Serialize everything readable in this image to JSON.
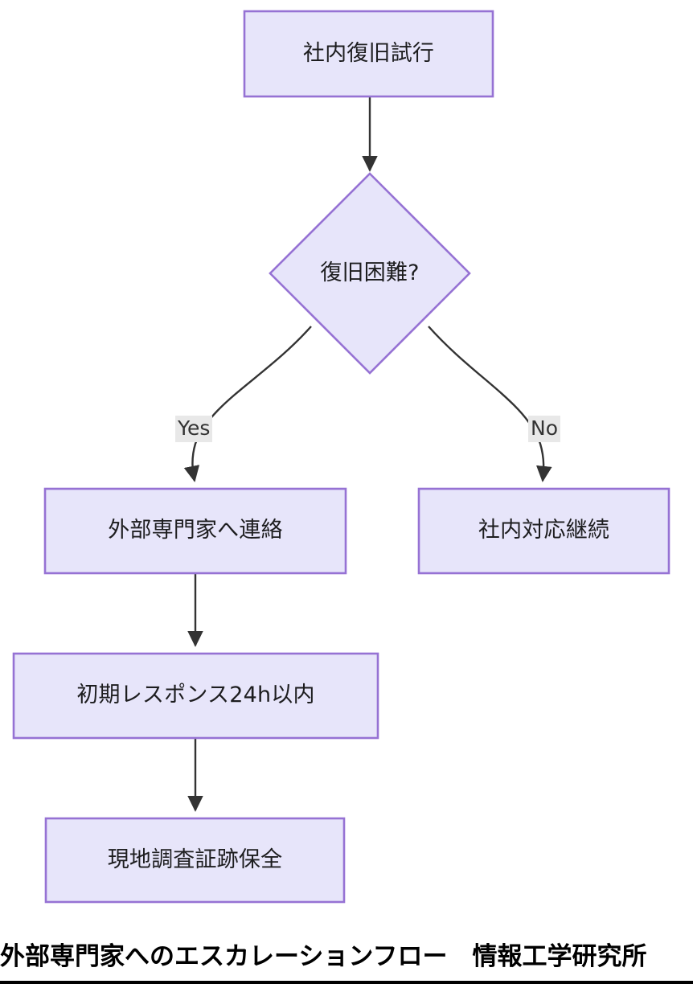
{
  "diagram": {
    "type": "flowchart",
    "direction": "top-down",
    "caption": "外部専門家へのエスカレーションフロー　情報工学研究所",
    "colors": {
      "node_fill": "#e7e5fa",
      "node_border": "#9672d4",
      "node_text": "#1d1d1f",
      "edge_line": "#333333",
      "edge_label_bg": "#e8e8e8",
      "edge_label_text": "#333333",
      "caption_text": "#000000",
      "caption_rule": "#000000",
      "background": "#ffffff"
    },
    "nodes": [
      {
        "id": "start",
        "shape": "rect",
        "label": "社内復旧試行"
      },
      {
        "id": "decision",
        "shape": "diamond",
        "label": "復旧困難?"
      },
      {
        "id": "contact",
        "shape": "rect",
        "label": "外部専門家へ連絡"
      },
      {
        "id": "inhouse",
        "shape": "rect",
        "label": "社内対応継続"
      },
      {
        "id": "sla",
        "shape": "rect",
        "label": "初期レスポンス24h以内"
      },
      {
        "id": "evid",
        "shape": "rect",
        "label": "現地調査証跡保全"
      }
    ],
    "edges": [
      {
        "from": "start",
        "to": "decision",
        "label": ""
      },
      {
        "from": "decision",
        "to": "contact",
        "label": "Yes"
      },
      {
        "from": "decision",
        "to": "inhouse",
        "label": "No"
      },
      {
        "from": "contact",
        "to": "sla",
        "label": ""
      },
      {
        "from": "sla",
        "to": "evid",
        "label": ""
      }
    ],
    "edge_labels": {
      "yes": "Yes",
      "no": "No"
    }
  }
}
